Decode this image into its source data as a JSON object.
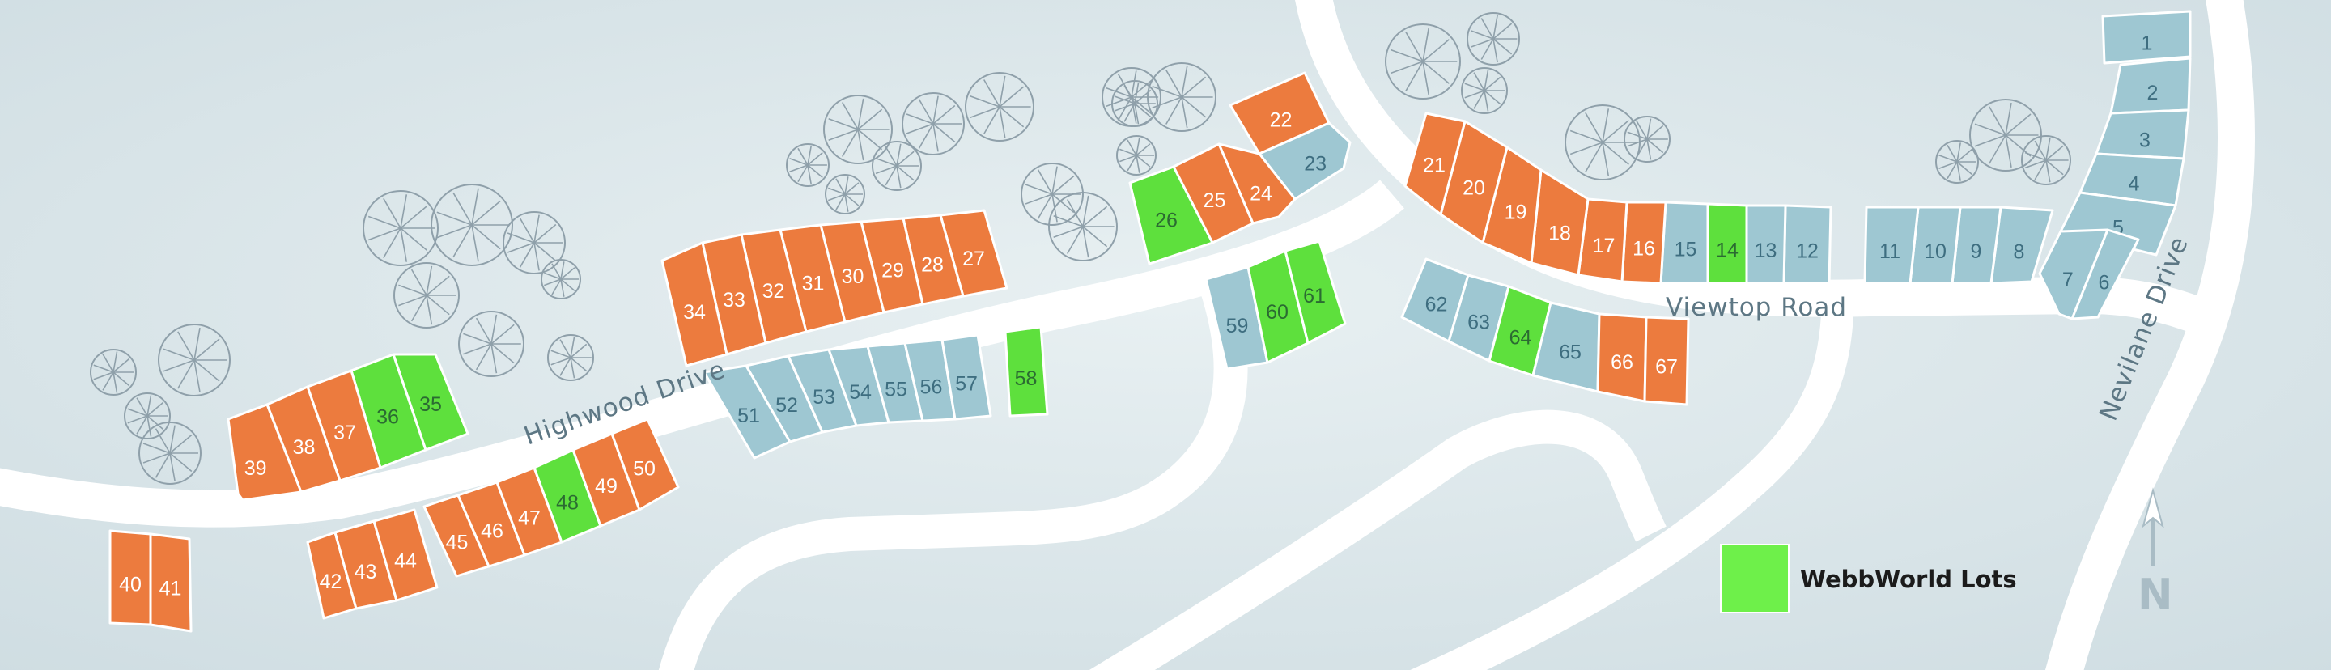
{
  "colors": {
    "water": "#dfe9ec",
    "road": "#ffffff",
    "lot_sold": "#ec7b3e",
    "lot_available": "#9ec7d2",
    "lot_webbworld": "#5ee03d",
    "lot_text_light": "#ffffff",
    "lot_text_dark": "#3e6e80",
    "tree": "#8fa0aa"
  },
  "roads": [
    {
      "name": "Highwood Drive"
    },
    {
      "name": "Viewtop Road"
    },
    {
      "name": "Nevilane Drive"
    }
  ],
  "legend": {
    "label": "WebbWorld Lots"
  },
  "compass": {
    "label": "N",
    "icon": "north-arrow-icon"
  },
  "lots": [
    {
      "num": "1",
      "status": "available"
    },
    {
      "num": "2",
      "status": "available"
    },
    {
      "num": "3",
      "status": "available"
    },
    {
      "num": "4",
      "status": "available"
    },
    {
      "num": "5",
      "status": "available"
    },
    {
      "num": "6",
      "status": "available"
    },
    {
      "num": "7",
      "status": "available"
    },
    {
      "num": "8",
      "status": "available"
    },
    {
      "num": "9",
      "status": "available"
    },
    {
      "num": "10",
      "status": "available"
    },
    {
      "num": "11",
      "status": "available"
    },
    {
      "num": "12",
      "status": "available"
    },
    {
      "num": "13",
      "status": "available"
    },
    {
      "num": "14",
      "status": "webbworld"
    },
    {
      "num": "15",
      "status": "available"
    },
    {
      "num": "16",
      "status": "sold"
    },
    {
      "num": "17",
      "status": "sold"
    },
    {
      "num": "18",
      "status": "sold"
    },
    {
      "num": "19",
      "status": "sold"
    },
    {
      "num": "20",
      "status": "sold"
    },
    {
      "num": "21",
      "status": "sold"
    },
    {
      "num": "22",
      "status": "sold"
    },
    {
      "num": "23",
      "status": "available"
    },
    {
      "num": "24",
      "status": "sold"
    },
    {
      "num": "25",
      "status": "sold"
    },
    {
      "num": "26",
      "status": "webbworld"
    },
    {
      "num": "27",
      "status": "sold"
    },
    {
      "num": "28",
      "status": "sold"
    },
    {
      "num": "29",
      "status": "sold"
    },
    {
      "num": "30",
      "status": "sold"
    },
    {
      "num": "31",
      "status": "sold"
    },
    {
      "num": "32",
      "status": "sold"
    },
    {
      "num": "33",
      "status": "sold"
    },
    {
      "num": "34",
      "status": "sold"
    },
    {
      "num": "35",
      "status": "webbworld"
    },
    {
      "num": "36",
      "status": "webbworld"
    },
    {
      "num": "37",
      "status": "sold"
    },
    {
      "num": "38",
      "status": "sold"
    },
    {
      "num": "39",
      "status": "sold"
    },
    {
      "num": "40",
      "status": "sold"
    },
    {
      "num": "41",
      "status": "sold"
    },
    {
      "num": "42",
      "status": "sold"
    },
    {
      "num": "43",
      "status": "sold"
    },
    {
      "num": "44",
      "status": "sold"
    },
    {
      "num": "45",
      "status": "sold"
    },
    {
      "num": "46",
      "status": "sold"
    },
    {
      "num": "47",
      "status": "sold"
    },
    {
      "num": "48",
      "status": "webbworld"
    },
    {
      "num": "49",
      "status": "sold"
    },
    {
      "num": "50",
      "status": "sold"
    },
    {
      "num": "51",
      "status": "available"
    },
    {
      "num": "52",
      "status": "available"
    },
    {
      "num": "53",
      "status": "available"
    },
    {
      "num": "54",
      "status": "available"
    },
    {
      "num": "55",
      "status": "available"
    },
    {
      "num": "56",
      "status": "available"
    },
    {
      "num": "57",
      "status": "available"
    },
    {
      "num": "58",
      "status": "webbworld"
    },
    {
      "num": "59",
      "status": "available"
    },
    {
      "num": "60",
      "status": "webbworld"
    },
    {
      "num": "61",
      "status": "webbworld"
    },
    {
      "num": "62",
      "status": "available"
    },
    {
      "num": "63",
      "status": "available"
    },
    {
      "num": "64",
      "status": "webbworld"
    },
    {
      "num": "65",
      "status": "available"
    },
    {
      "num": "66",
      "status": "sold"
    },
    {
      "num": "67",
      "status": "sold"
    }
  ]
}
